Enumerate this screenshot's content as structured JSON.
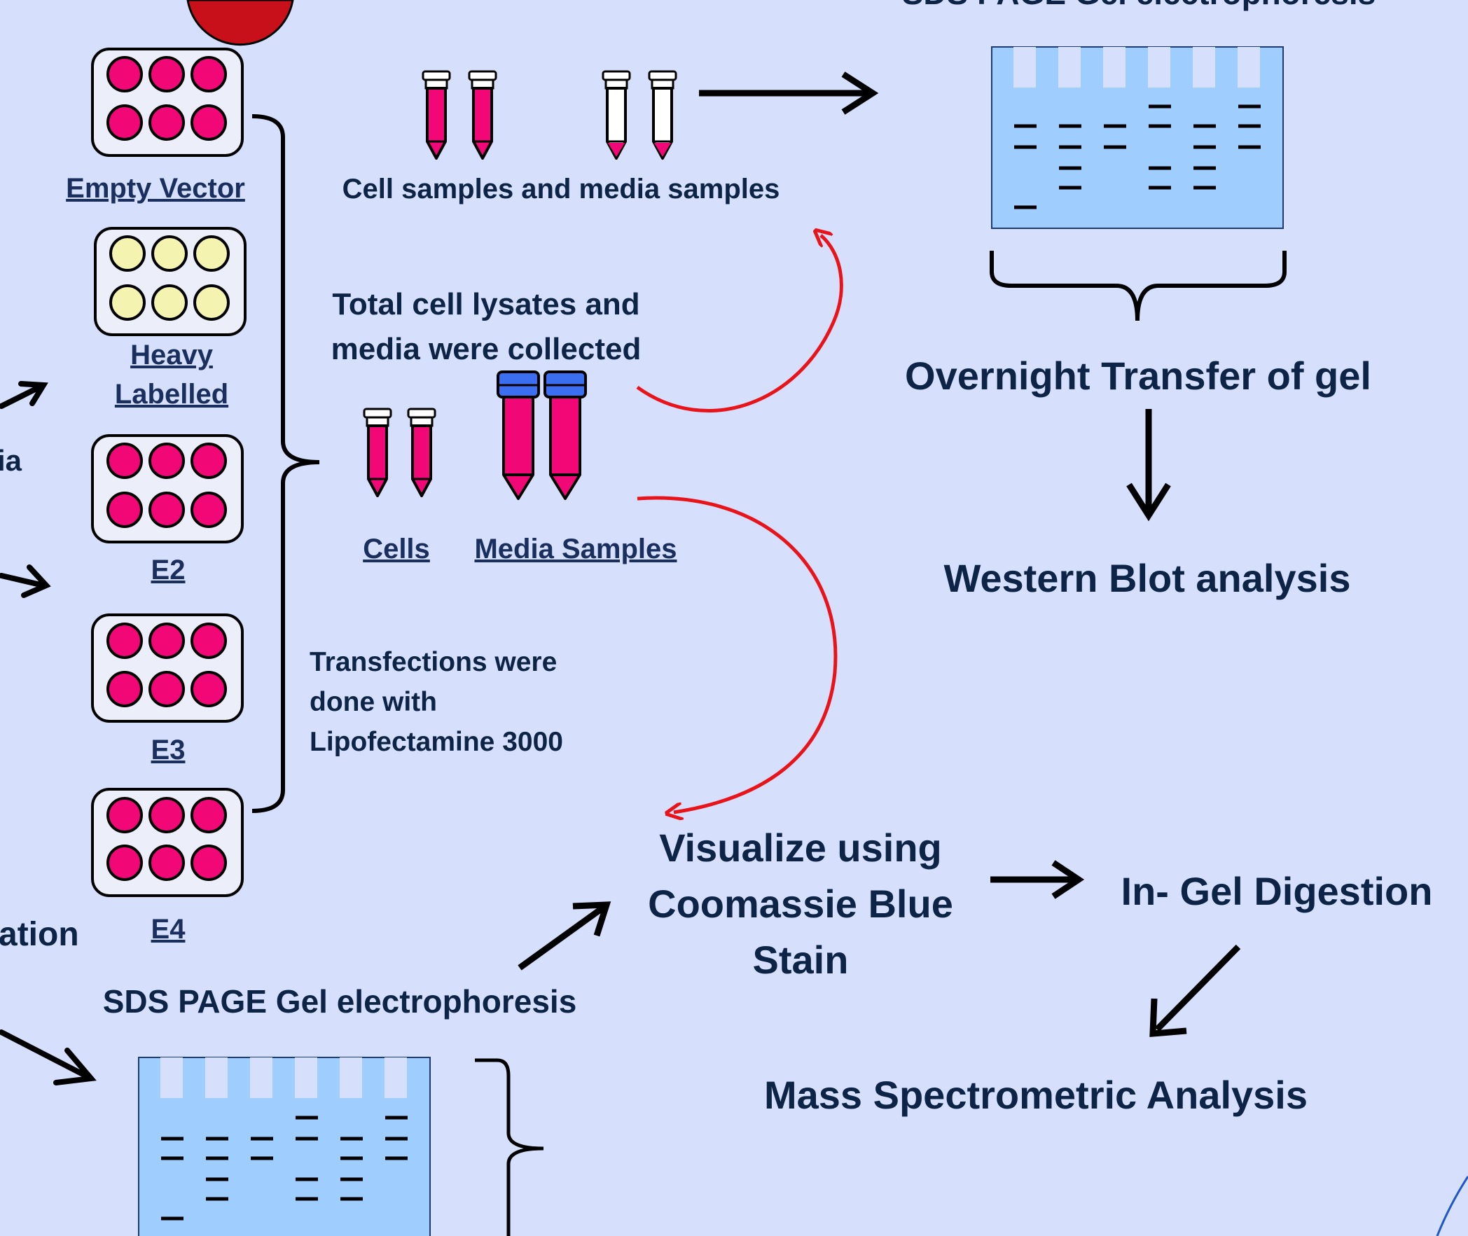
{
  "plates": [
    {
      "label": "Empty Vector",
      "well_color": "#f20776"
    },
    {
      "label_lines": [
        "Heavy",
        "Labelled"
      ],
      "well_color": "#f4f4b0"
    },
    {
      "label": "E2",
      "well_color": "#f20776"
    },
    {
      "label": "E3",
      "well_color": "#f20776"
    },
    {
      "label": "E4",
      "well_color": "#f20776"
    }
  ],
  "left_cut_text": {
    "fragment_1": "ia",
    "fragment_2": "ation"
  },
  "samples": {
    "top_caption": "Cell samples and media  samples",
    "collected_caption_lines": [
      "Total cell lysates and",
      "media were collected"
    ],
    "cells_label": "Cells",
    "media_label": "Media Samples",
    "transfection_lines": [
      "Transfections were",
      "done with",
      "Lipofectamine 3000"
    ]
  },
  "western": {
    "gel_title": "SDS PAGE Gel electrophoresis",
    "transfer": "Overnight Transfer of gel",
    "analysis": "Western Blot analysis"
  },
  "coomassie": {
    "gel_title": "SDS PAGE Gel electrophoresis",
    "visualize_lines": [
      "Visualize using",
      "Coomassie Blue",
      "Stain"
    ],
    "digestion": "In- Gel Digestion",
    "mass_spec": "Mass Spectrometric Analysis"
  },
  "colors": {
    "background": "#d6e0fd",
    "text": "#0d2447",
    "gel": "#9fcdfd",
    "tube_pink": "#f20776",
    "tube_cap_blue": "#3b6ef0",
    "flow_arrow_red": "#e8141a",
    "flow_arrow_black": "#000000"
  }
}
